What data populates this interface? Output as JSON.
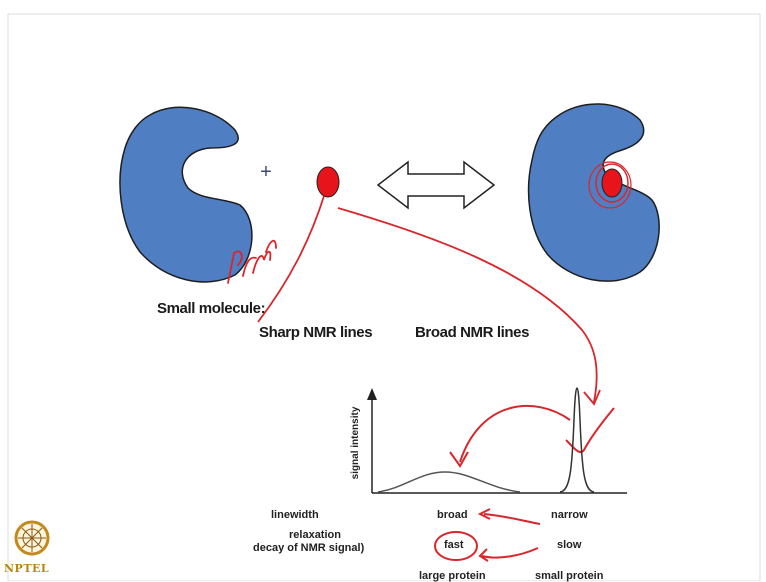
{
  "labels": {
    "small_molecule": "Small molecule:",
    "sharp_lines": "Sharp NMR lines",
    "broad_lines": "Broad NMR lines",
    "plus": "+",
    "y_axis": "signal intensity",
    "linewidth": "linewidth",
    "relaxation_1": "relaxation",
    "relaxation_2": "decay of NMR signal)",
    "broad": "broad",
    "narrow": "narrow",
    "fast": "fast",
    "slow": "slow",
    "large_protein": "large protein",
    "small_protein": "small protein",
    "logo": "NPTEL"
  },
  "colors": {
    "protein": "#4f7fc2",
    "ligand": "#e8141c",
    "annotation": "#d9262b"
  }
}
